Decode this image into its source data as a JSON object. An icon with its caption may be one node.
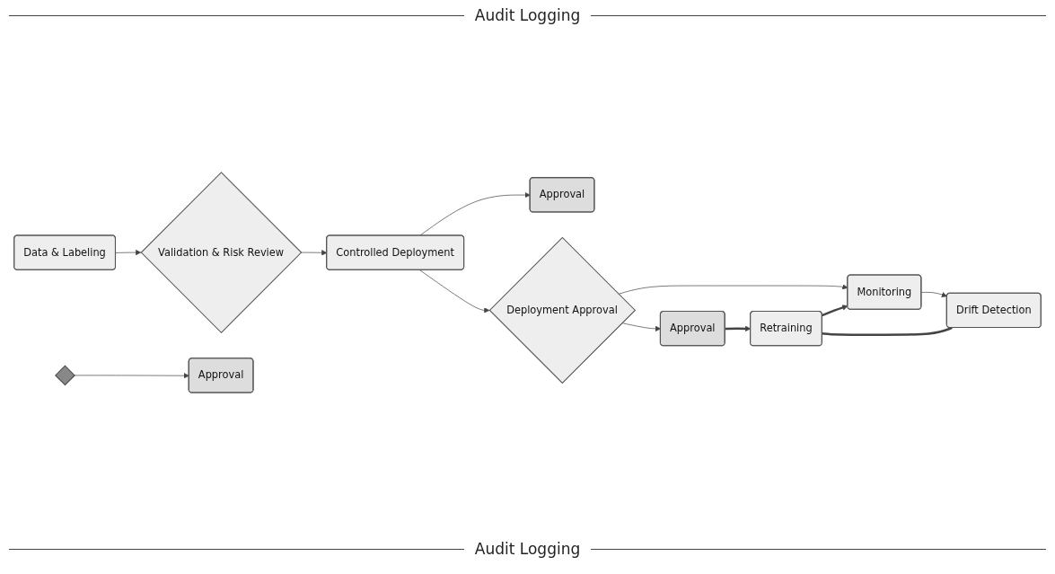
{
  "diagram": {
    "nodes": [
      {
        "text": [
          "Data & Labeling"
        ]
      },
      {
        "text": [
          "Validation & Risk Review"
        ]
      },
      {
        "text": [],
        "shape": "diamond"
      },
      {
        "text": [
          "Approval"
        ]
      },
      {
        "text": [
          "Controlled Deployment"
        ]
      },
      {
        "text": [
          "Approval"
        ]
      },
      {
        "text": [
          "Deployment Approval"
        ]
      },
      {
        "text": [
          "Approval"
        ]
      },
      {
        "text": [
          "Monitoring"
        ]
      },
      {
        "text": [
          "Drift Detection"
        ]
      },
      {
        "text": [
          "Retraining"
        ]
      }
    ],
    "edges": [
      {
        "from": 0,
        "to": 1,
        "arrow": "to"
      },
      {
        "from": 1,
        "to": 4,
        "arrow": "to"
      },
      {
        "from": 2,
        "to": 3,
        "arrow": "to"
      },
      {
        "from": 4,
        "to": 5,
        "arrow": "to"
      },
      {
        "from": 4,
        "to": 6,
        "arrow": "to"
      },
      {
        "from": 6,
        "to": 7,
        "arrow": "to"
      },
      {
        "from": 6,
        "to": 8,
        "arrow": "to"
      },
      {
        "from": 8,
        "to": 9,
        "arrow": "to"
      },
      {
        "from": 7,
        "to": 10,
        "arrow": "to",
        "style": "thick"
      },
      {
        "from": 10,
        "to": 8,
        "arrow": "to",
        "style": "thick"
      },
      {
        "from": 9,
        "to": 10,
        "arrow": "none",
        "style": "thick"
      }
    ],
    "labels": [
      "Audit Logging",
      "Audit Logging"
    ]
  }
}
